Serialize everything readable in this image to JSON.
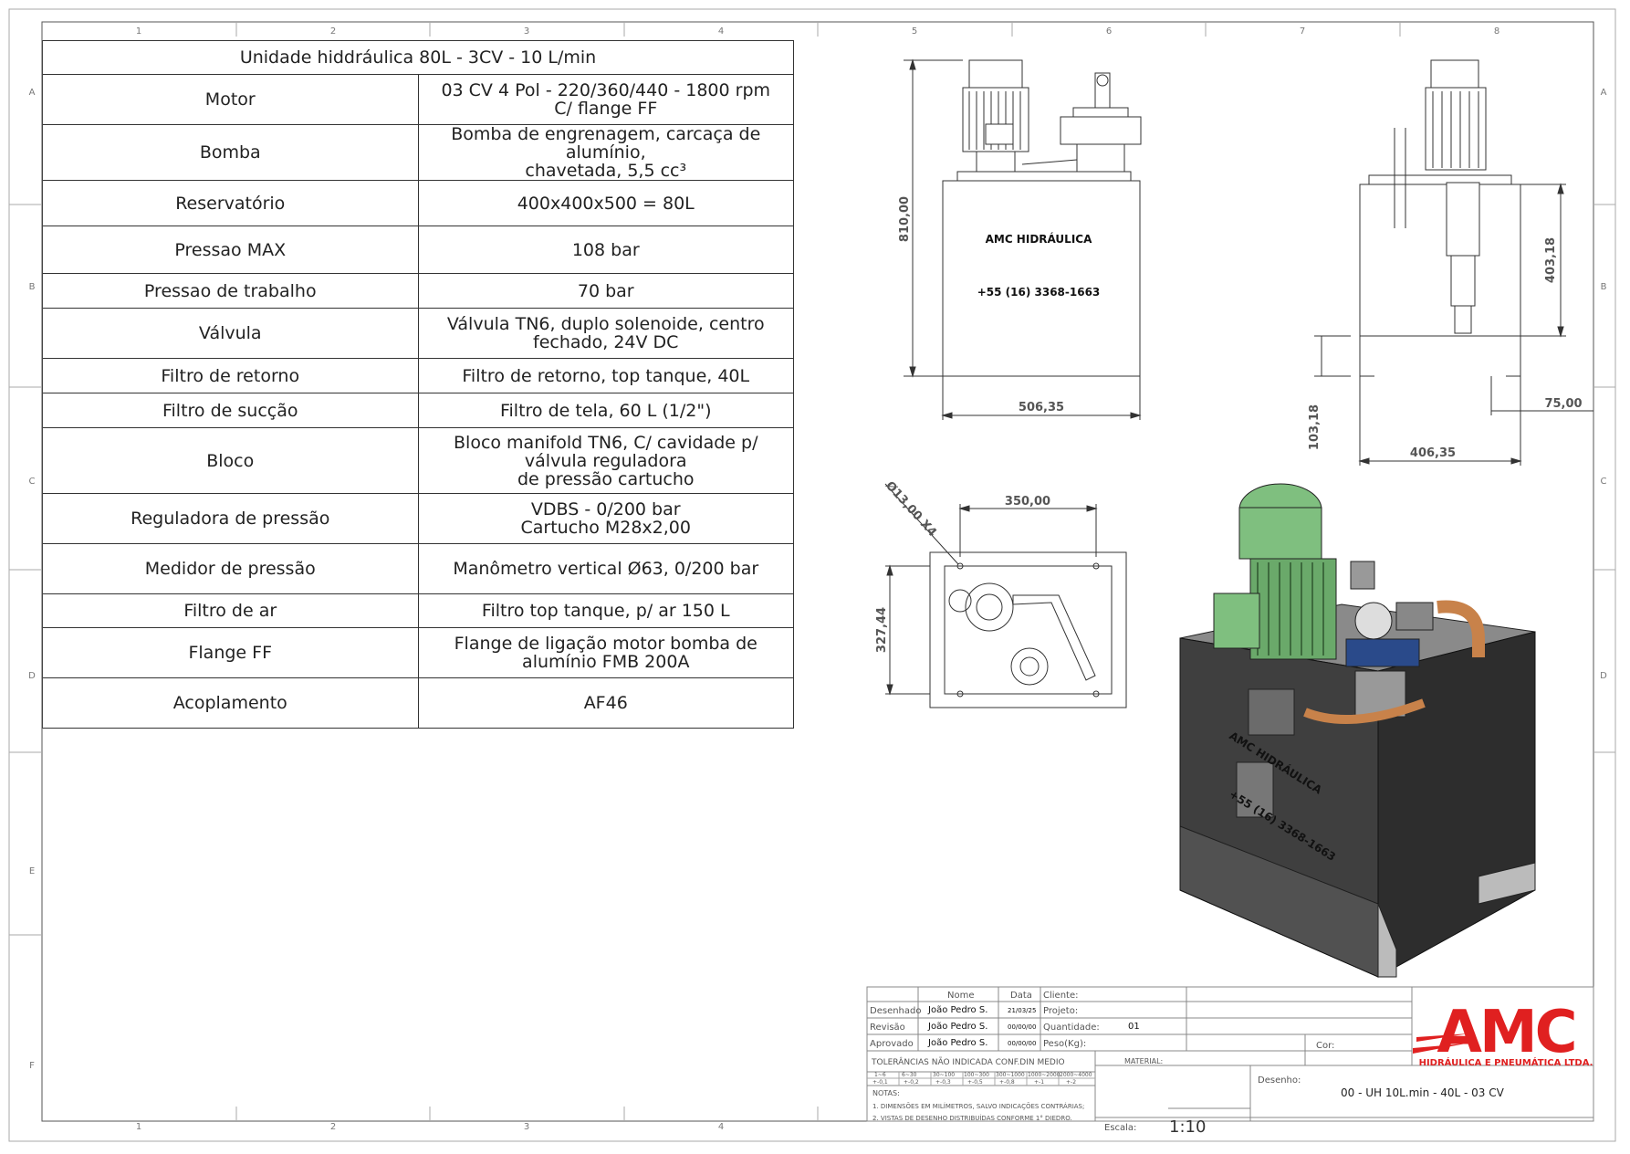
{
  "spec_table": {
    "title": "Unidade hiddráulica 80L - 3CV - 10 L/min",
    "rows": [
      {
        "label": "Motor",
        "value": "03 CV 4 Pol - 220/360/440 - 1800 rpm\nC/ flange FF"
      },
      {
        "label": "Bomba",
        "value": "Bomba de engrenagem, carcaça de alumínio,\nchavetada, 5,5 cc³"
      },
      {
        "label": "Reservatório",
        "value": "400x400x500 = 80L"
      },
      {
        "label": "Pressao MAX",
        "value": "108 bar"
      },
      {
        "label": "Pressao de trabalho",
        "value": "70 bar"
      },
      {
        "label": "Válvula",
        "value": "Válvula TN6, duplo solenoide, centro fechado, 24V DC"
      },
      {
        "label": "Filtro de retorno",
        "value": "Filtro de retorno, top tanque, 40L"
      },
      {
        "label": "Filtro de sucção",
        "value": "Filtro de tela, 60 L (1/2\")"
      },
      {
        "label": "Bloco",
        "value": "Bloco manifold TN6, C/ cavidade p/ válvula reguladora\nde pressão cartucho"
      },
      {
        "label": "Reguladora de pressão",
        "value": "VDBS - 0/200 bar\nCartucho M28x2,00"
      },
      {
        "label": "Medidor de pressão",
        "value": "Manômetro vertical Ø63, 0/200 bar"
      },
      {
        "label": "Filtro de ar",
        "value": "Filtro top tanque, p/ ar 150 L"
      },
      {
        "label": "Flange FF",
        "value": "Flange de ligação motor bomba de alumínio FMB 200A"
      },
      {
        "label": "Acoplamento",
        "value": "AF46"
      }
    ]
  },
  "border": {
    "columns": [
      "1",
      "2",
      "3",
      "4",
      "5",
      "6",
      "7",
      "8"
    ],
    "rows": [
      "A",
      "B",
      "C",
      "D",
      "E",
      "F"
    ]
  },
  "front_view": {
    "brand_label": "AMC HIDRÁULICA",
    "phone_label": "+55 (16) 3368-1663",
    "dim_height": "810,00",
    "dim_width": "506,35"
  },
  "side_view": {
    "dim_height": "403,18",
    "dim_width": "406,35",
    "dim_foot": "103,18",
    "dim_offset": "75,00"
  },
  "top_view": {
    "dim_holes": "Ø13,00 X4",
    "dim_width": "350,00",
    "dim_depth": "327,44"
  },
  "iso_view": {
    "brand_label": "AMC HIDRÁULICA",
    "phone_label": "+55 (16) 3368-1663"
  },
  "title_block": {
    "col_nome": "Nome",
    "col_data": "Data",
    "desenhado_label": "Desenhado",
    "desenhado_nome": "João Pedro S.",
    "desenhado_data": "21/03/25",
    "revisao_label": "Revisão",
    "revisao_nome": "João Pedro S.",
    "revisao_data": "00/00/00",
    "aprovado_label": "Aprovado",
    "aprovado_nome": "João Pedro S.",
    "aprovado_data": "00/00/00",
    "cliente_label": "Cliente:",
    "projeto_label": "Projeto:",
    "quantidade_label": "Quantidade:",
    "quantidade_value": "01",
    "peso_label": "Peso(Kg):",
    "cor_label": "Cor:",
    "material_label": "MATERIAL:",
    "tolerancias_label": "TOLERÂNCIAS NÃO INDICADA CONF.DIN MEDIO",
    "tol_ranges": [
      "1~6",
      "6~30",
      "30~100",
      "100~300",
      "300~1000",
      "1000~2000",
      "2000~4000"
    ],
    "tol_values": [
      "+-0,1",
      "+-0,2",
      "+-0,3",
      "+-0,5",
      "+-0,8",
      "+-1",
      "+-2"
    ],
    "notas_label": "NOTAS:",
    "nota_1": "1. DIMENSÕES EM MILÍMETROS, SALVO INDICAÇÕES CONTRÁRIAS;",
    "nota_2": "2. VISTAS DE DESENHO DISTRIBUÍDAS CONFORME 1° DIEDRO.",
    "escala_label": "Escala:",
    "escala_value": "1:10",
    "desenho_label": "Desenho:",
    "desenho_value": "00 - UH 10L.min - 40L - 03 CV",
    "logo_text": "AMC",
    "logo_subtitle": "HIDRÁULICA E PNEUMÁTICA LTDA."
  },
  "colors": {
    "line": "#333333",
    "motor_green": "#7fbf7f",
    "tank_dark": "#3a3a3a",
    "pipe_orange": "#c8824a",
    "logo_red": "#e02020"
  }
}
